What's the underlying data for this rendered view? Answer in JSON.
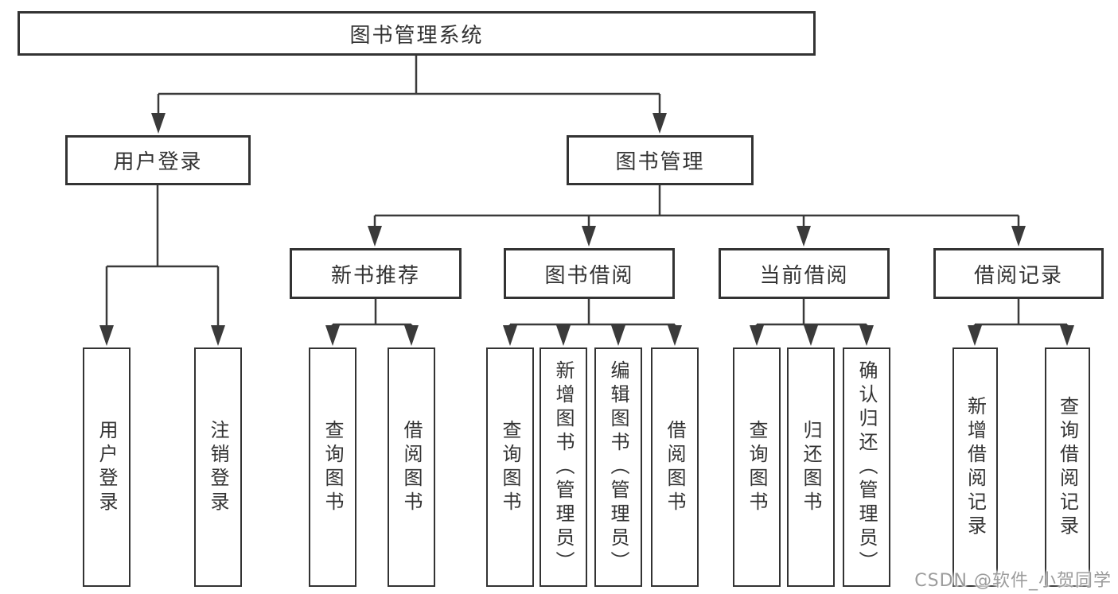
{
  "diagram": {
    "root": "图书管理系统",
    "branches": [
      {
        "label": "用户登录",
        "children": [
          {
            "label": "用户登录"
          },
          {
            "label": "注销登录"
          }
        ]
      },
      {
        "label": "图书管理",
        "children": [
          {
            "label": "新书推荐",
            "children": [
              {
                "label": "查询图书"
              },
              {
                "label": "借阅图书"
              }
            ]
          },
          {
            "label": "图书借阅",
            "children": [
              {
                "label": "查询图书"
              },
              {
                "label": "新增图书（管理员）"
              },
              {
                "label": "编辑图书（管理员）"
              },
              {
                "label": "借阅图书"
              }
            ]
          },
          {
            "label": "当前借阅",
            "children": [
              {
                "label": "查询图书"
              },
              {
                "label": "归还图书"
              },
              {
                "label": "确认归还（管理员）"
              }
            ]
          },
          {
            "label": "借阅记录",
            "children": [
              {
                "label": "新增借阅记录"
              },
              {
                "label": "查询借阅记录"
              }
            ]
          }
        ]
      }
    ]
  },
  "watermark": {
    "text": "CSDN @软件_小贺同学",
    "color": "#9c9c9c"
  },
  "colors": {
    "line": "#3a3a3a",
    "border": "#333333",
    "text": "#333333",
    "background": "#ffffff"
  }
}
